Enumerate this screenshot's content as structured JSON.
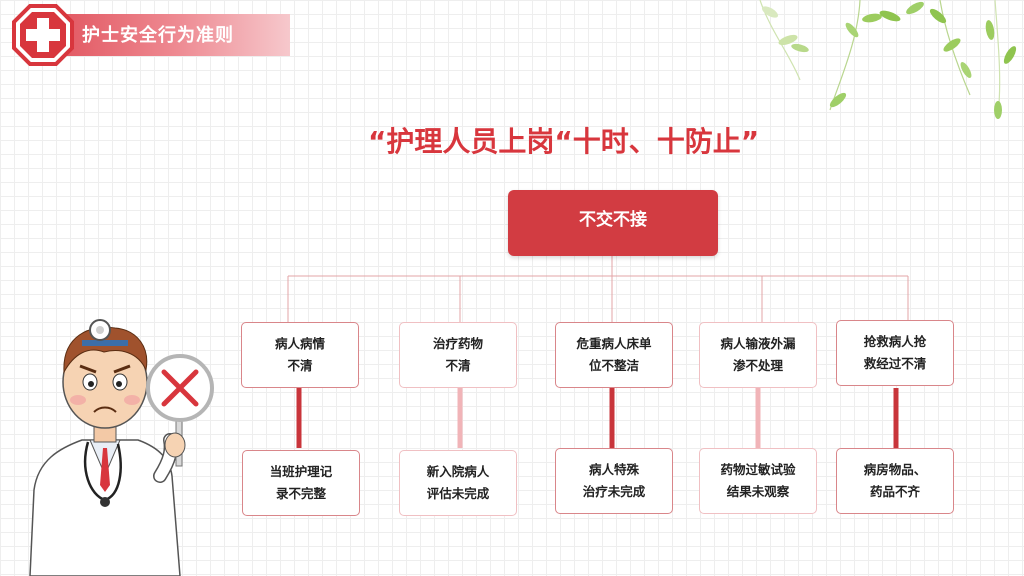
{
  "header": {
    "title": "护士安全行为准则",
    "logo_icon": "red-cross-icon",
    "band_color": "#e0505a"
  },
  "slogan": "“护理人员上岗“十时、十防止”",
  "diagram": {
    "root": "不交不接",
    "accent_color": "#d23c42",
    "columns": [
      {
        "top": [
          "病人病情",
          "不清"
        ],
        "bottom": [
          "当班护理记",
          "录不完整"
        ]
      },
      {
        "top": [
          "治疗药物",
          "不清"
        ],
        "bottom": [
          "新入院病人",
          "评估未完成"
        ]
      },
      {
        "top": [
          "危重病人床单",
          "位不整洁"
        ],
        "bottom": [
          "病人特殊",
          "治疗未完成"
        ]
      },
      {
        "top": [
          "病人输液外漏",
          "渗不处理"
        ],
        "bottom": [
          "药物过敏试验",
          "结果未观察"
        ]
      },
      {
        "top": [
          "抢救病人抢",
          "救经过不清"
        ],
        "bottom": [
          "病房物品、",
          "药品不齐"
        ]
      }
    ]
  },
  "illustration": {
    "doctor_icon": "worried-doctor-illustration",
    "sign_icon": "red-x-icon",
    "leaves_icon": "willow-leaves-decoration"
  }
}
